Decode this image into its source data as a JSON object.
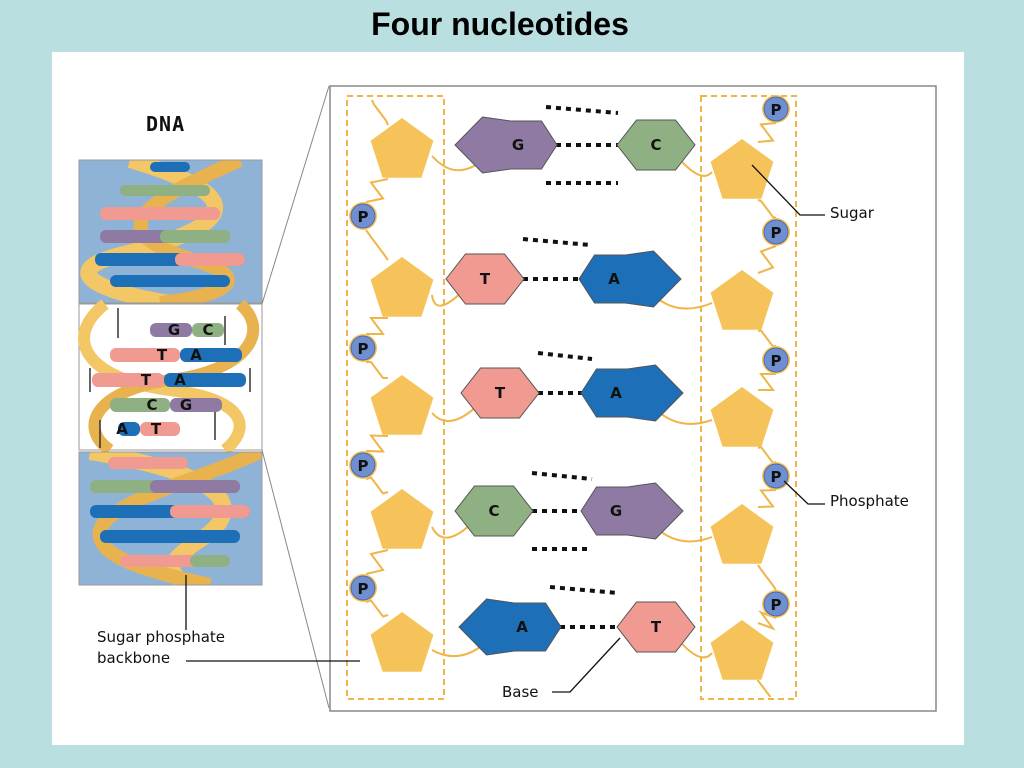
{
  "title": "Four nucleotides",
  "dna_label": "DNA",
  "labels": {
    "sugar": "Sugar",
    "phosphate": "Phosphate",
    "base": "Base",
    "backbone_line1": "Sugar phosphate",
    "backbone_line2": "backbone"
  },
  "phosphate_symbol": "P",
  "base_pairs": [
    {
      "left": "G",
      "right": "C"
    },
    {
      "left": "T",
      "right": "A"
    },
    {
      "left": "T",
      "right": "A"
    },
    {
      "left": "C",
      "right": "G"
    },
    {
      "left": "A",
      "right": "T"
    }
  ],
  "small_helix_pairs": [
    {
      "left": "G",
      "right": "C"
    },
    {
      "left": "T",
      "right": "A"
    },
    {
      "left": "T",
      "right": "A"
    },
    {
      "left": "C",
      "right": "G"
    },
    {
      "left": "A",
      "right": "T"
    }
  ],
  "colors": {
    "background": "#b9dfe0",
    "G": "#8e7aa3",
    "C": "#8fb083",
    "T": "#f09a92",
    "A": "#1d6fb8",
    "sugar": "#f6c35a",
    "phosphate": "#6f8fd0",
    "helix_bg": "#8fb3d6"
  }
}
